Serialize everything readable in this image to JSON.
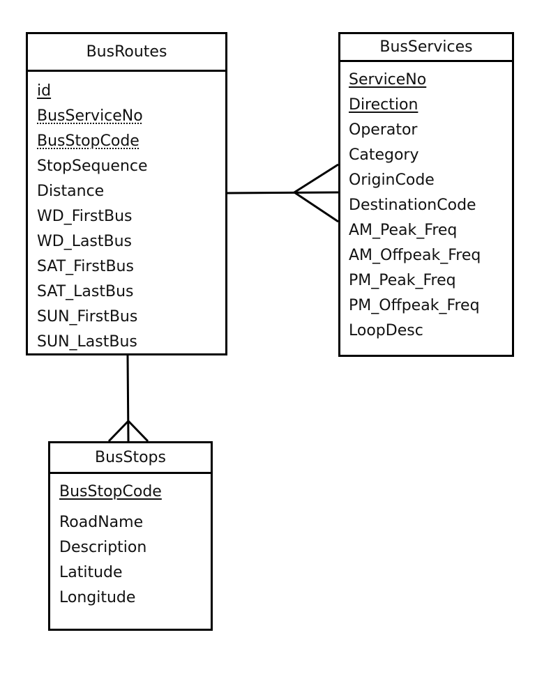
{
  "entities": {
    "busroutes": {
      "name": "BusRoutes",
      "attributes": [
        {
          "name": "id",
          "key": "pk"
        },
        {
          "name": "BusServiceNo",
          "key": "fk"
        },
        {
          "name": "BusStopCode",
          "key": "fk"
        },
        {
          "name": "StopSequence",
          "key": ""
        },
        {
          "name": "Distance",
          "key": ""
        },
        {
          "name": "WD_FirstBus",
          "key": ""
        },
        {
          "name": "WD_LastBus",
          "key": ""
        },
        {
          "name": "SAT_FirstBus",
          "key": ""
        },
        {
          "name": "SAT_LastBus",
          "key": ""
        },
        {
          "name": "SUN_FirstBus",
          "key": ""
        },
        {
          "name": "SUN_LastBus",
          "key": ""
        }
      ]
    },
    "busservices": {
      "name": "BusServices",
      "attributes": [
        {
          "name": "ServiceNo",
          "key": "pk"
        },
        {
          "name": "Direction",
          "key": "pk"
        },
        {
          "name": "Operator",
          "key": ""
        },
        {
          "name": "Category",
          "key": ""
        },
        {
          "name": "OriginCode",
          "key": ""
        },
        {
          "name": "DestinationCode",
          "key": ""
        },
        {
          "name": "AM_Peak_Freq",
          "key": ""
        },
        {
          "name": "AM_Offpeak_Freq",
          "key": ""
        },
        {
          "name": "PM_Peak_Freq",
          "key": ""
        },
        {
          "name": "PM_Offpeak_Freq",
          "key": ""
        },
        {
          "name": "LoopDesc",
          "key": ""
        }
      ]
    },
    "busstops": {
      "name": "BusStops",
      "attributes": [
        {
          "name": "BusStopCode",
          "key": "pk"
        },
        {
          "name": "RoadName",
          "key": ""
        },
        {
          "name": "Description",
          "key": ""
        },
        {
          "name": "Latitude",
          "key": ""
        },
        {
          "name": "Longitude",
          "key": ""
        }
      ]
    }
  },
  "relationships": [
    {
      "from": "BusRoutes",
      "to": "BusServices",
      "from_cardinality": "one",
      "to_cardinality": "many"
    },
    {
      "from": "BusRoutes",
      "to": "BusStops",
      "from_cardinality": "one",
      "to_cardinality": "many"
    }
  ],
  "colors": {
    "line": "#000000",
    "background": "#ffffff",
    "text": "#111111"
  }
}
